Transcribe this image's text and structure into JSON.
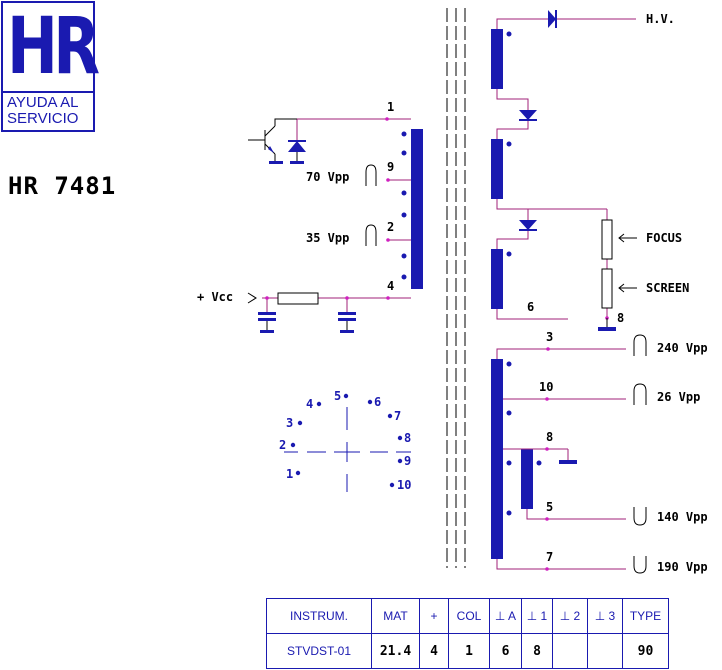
{
  "logo": {
    "mark": "HR",
    "line1": "AYUDA AL",
    "line2": "SERVICIO"
  },
  "model": "HR 7481",
  "primary": {
    "pins": {
      "p1": "1",
      "p9": "9",
      "p2": "2",
      "p4": "4"
    },
    "labels": {
      "vpp70": "70 Vpp",
      "vpp35": "35 Vpp",
      "vcc": "+ Vcc"
    }
  },
  "secondary": {
    "hv": "H.V.",
    "focus": "FOCUS",
    "screen": "SCREEN",
    "pin6": "6",
    "pin8": "8"
  },
  "aux": {
    "pins": {
      "p3": "3",
      "p10": "10",
      "p8": "8",
      "p5": "5",
      "p7": "7"
    },
    "labels": {
      "vpp240": "240 Vpp",
      "vpp26": "26 Vpp",
      "vpp140": "140 Vpp",
      "vpp190": "190 Vpp"
    }
  },
  "pinout": {
    "n1": "1",
    "n2": "2",
    "n3": "3",
    "n4": "4",
    "n5": "5",
    "n6": "6",
    "n7": "7",
    "n8": "8",
    "n9": "9",
    "n10": "10"
  },
  "table": {
    "headers": [
      "INSTRUM.",
      "MAT",
      "+",
      "COL",
      "⊥ A",
      "⊥ 1",
      "⊥ 2",
      "⊥ 3",
      "TYPE"
    ],
    "values": [
      "STVDST-01",
      "21.4",
      "4",
      "1",
      "6",
      "8",
      "",
      "",
      "90"
    ]
  },
  "colors": {
    "wire": "#a0207a",
    "coil": "#1a1ab0",
    "pin": "#d020c0",
    "text": "#000000"
  }
}
